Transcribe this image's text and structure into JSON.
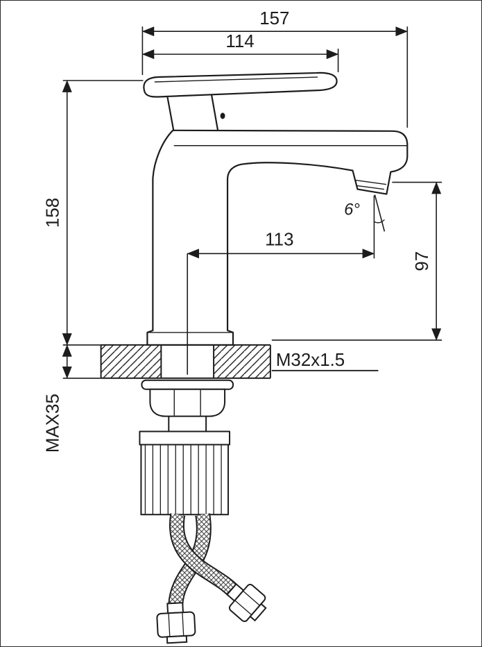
{
  "colors": {
    "background": "#ffffff",
    "line": "#1c1c1c"
  },
  "dimensions": {
    "top_width": "157",
    "handle_width": "114",
    "height": "158",
    "max_thickness": "MAX35",
    "spout_reach": "113",
    "spout_angle": "6°",
    "spout_height": "97",
    "thread_spec": "M32x1.5"
  }
}
